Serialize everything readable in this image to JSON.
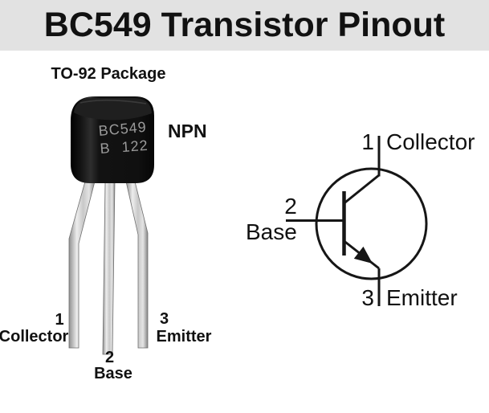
{
  "title": "BC549 Transistor Pinout",
  "figure": {
    "package_label": "TO-92 Package",
    "type_label": "NPN",
    "chip_marking": {
      "line1": "BC549",
      "line2": "B 122"
    }
  },
  "photo_pins": [
    {
      "number": "1",
      "name": "Collector"
    },
    {
      "number": "2",
      "name": "Base"
    },
    {
      "number": "3",
      "name": "Emitter"
    }
  ],
  "schematic_pins": [
    {
      "number": "1",
      "name": "Collector"
    },
    {
      "number": "2",
      "name": "Base"
    },
    {
      "number": "3",
      "name": "Emitter"
    }
  ],
  "colors": {
    "background": "#ffffff",
    "header_band": "#e2e2e2",
    "ink": "#111111",
    "chip_marking": "#9a9a9a",
    "lead_silver": "#cfcfcf",
    "body_black": "#141414"
  }
}
